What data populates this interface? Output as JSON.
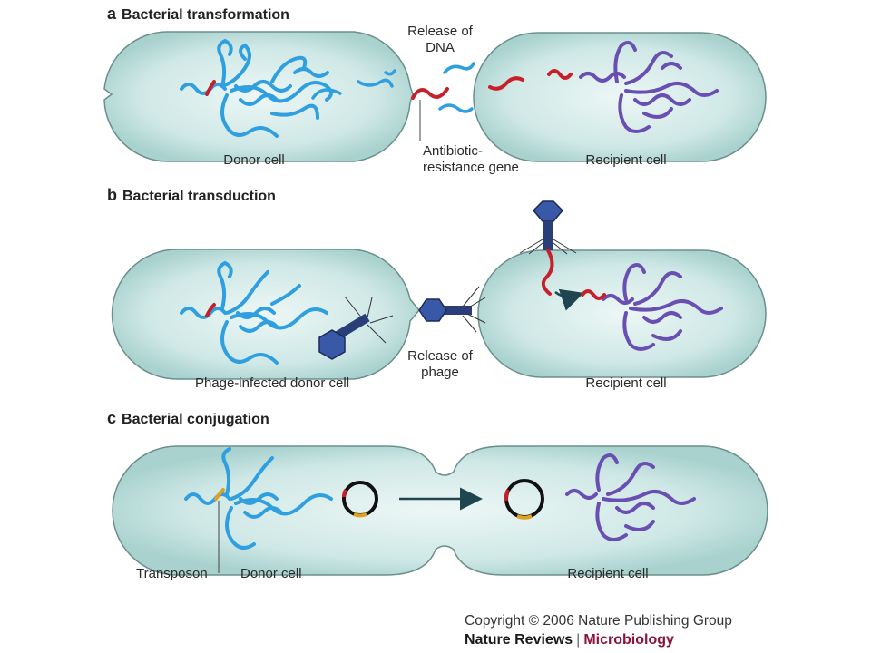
{
  "panels": {
    "a": {
      "letter": "a",
      "title": "Bacterial transformation",
      "release_label": "Release of\nDNA",
      "donor_label": "Donor cell",
      "gene_label": "Antibiotic-\nresistance gene",
      "recipient_label": "Recipient cell"
    },
    "b": {
      "letter": "b",
      "title": "Bacterial transduction",
      "donor_label": "Phage-infected donor cell",
      "release_label": "Release of\nphage",
      "recipient_label": "Recipient cell"
    },
    "c": {
      "letter": "c",
      "title": "Bacterial conjugation",
      "transposon_label": "Transposon",
      "donor_label": "Donor cell",
      "recipient_label": "Recipient cell"
    }
  },
  "footer": {
    "copyright": "Copyright © 2006 Nature Publishing Group",
    "journal": "Nature Reviews",
    "separator": "|",
    "section": "Microbiology"
  },
  "colors": {
    "cell_fill": "#cfe8e6",
    "cell_stroke": "#6b8f8c",
    "donor_dna": "#2f9fe0",
    "recipient_dna": "#6a4fb3",
    "resistance_gene": "#c8202a",
    "transposon": "#e0a020",
    "phage": "#2a3f7a",
    "arrow": "#1f4650",
    "text": "#2a2a2a",
    "accent": "#8a1538"
  }
}
